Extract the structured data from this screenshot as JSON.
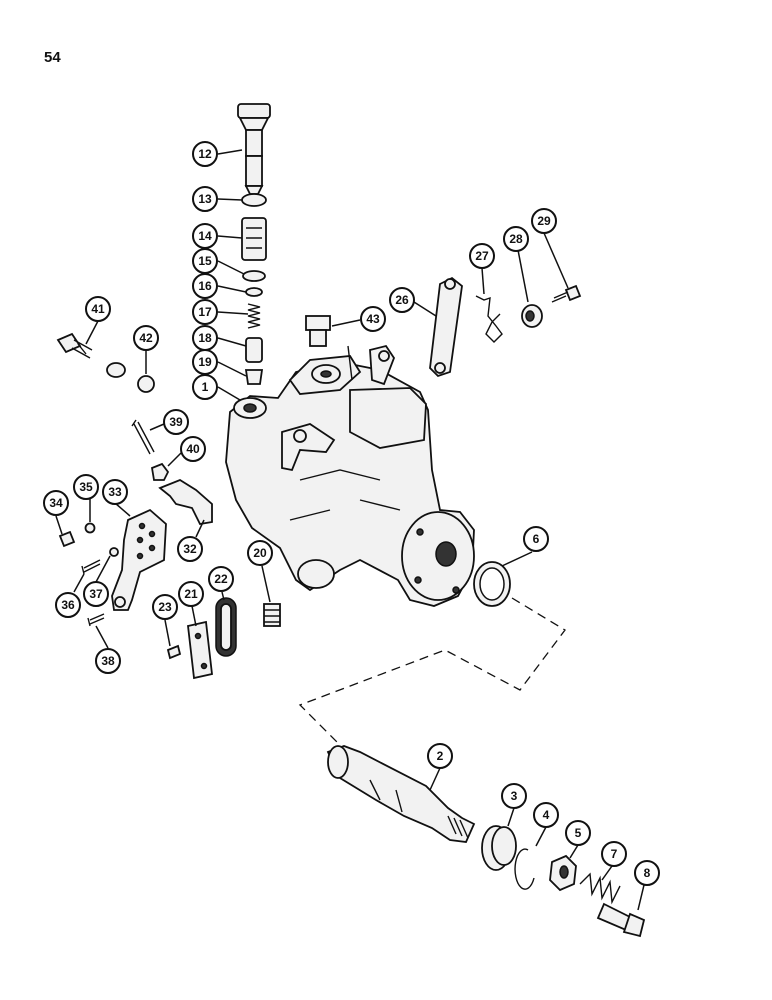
{
  "page_number": "54",
  "callouts": {
    "c1": "1",
    "c2": "2",
    "c3": "3",
    "c4": "4",
    "c5": "5",
    "c6": "6",
    "c7": "7",
    "c8": "8",
    "c12": "12",
    "c13": "13",
    "c14": "14",
    "c15": "15",
    "c16": "16",
    "c17": "17",
    "c18": "18",
    "c19": "19",
    "c20": "20",
    "c21": "21",
    "c22": "22",
    "c23": "23",
    "c26": "26",
    "c27": "27",
    "c28": "28",
    "c29": "29",
    "c32": "32",
    "c33": "33",
    "c34": "34",
    "c35": "35",
    "c36": "36",
    "c37": "37",
    "c38": "38",
    "c39": "39",
    "c40": "40",
    "c41": "41",
    "c42": "42",
    "c43": "43"
  },
  "icons": [
    "injection-pump-body",
    "drive-shaft",
    "fitting",
    "spring",
    "screw",
    "washer",
    "o-ring",
    "lever",
    "bracket",
    "plate"
  ]
}
